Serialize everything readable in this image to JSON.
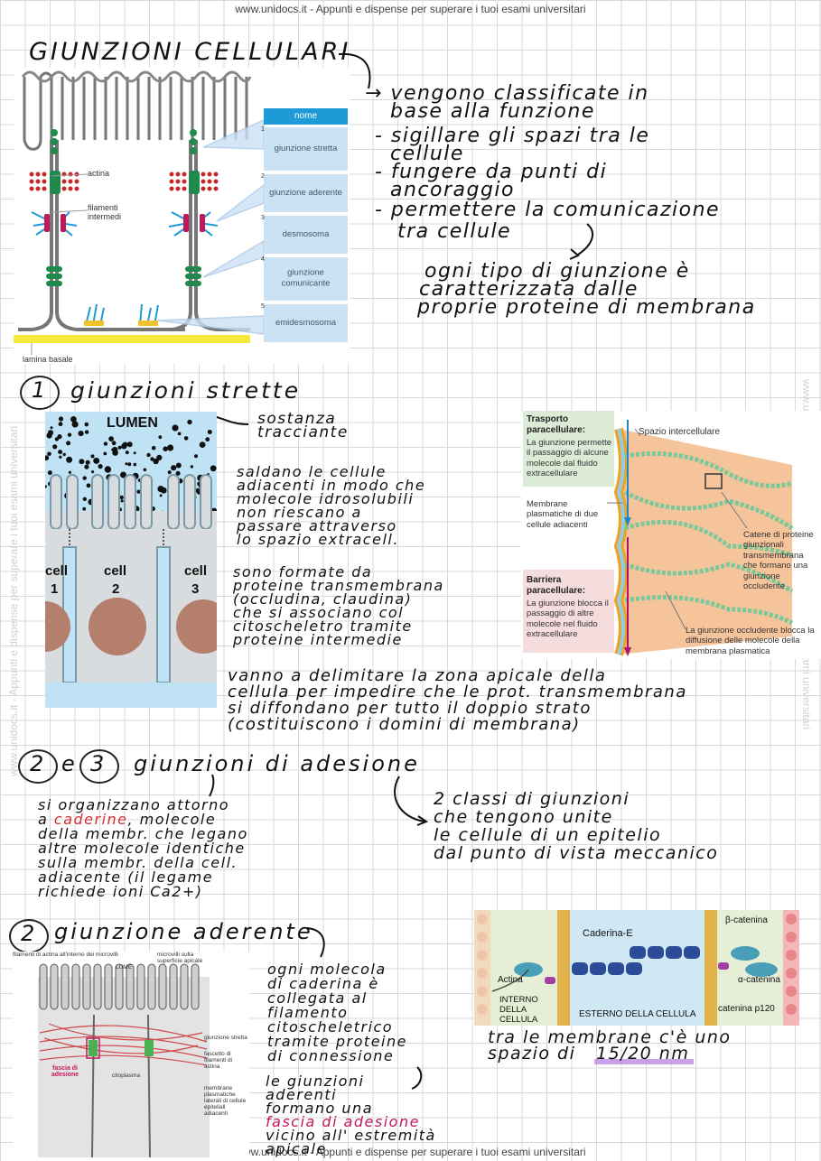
{
  "watermark": {
    "top": "www.unidocs.it - Appunti e dispense per superare i tuoi esami universitari",
    "bottom": "www.unidocs.it - Appunti e dispense per superare i tuoi esami universitari",
    "side": "www.unidocs.it - Appunti e dispense per superare i tuoi esami universitari"
  },
  "title": "GIUNZIONI CELLULARI",
  "intro": {
    "line1": "→ vengono classificate in",
    "line2": "base alla funzione",
    "b1a": "- sigillare gli spazi tra le",
    "b1b": "cellule",
    "b2a": "- fungere da punti di",
    "b2b": "ancoraggio",
    "b3a": "- permettere la comunicazione",
    "b3b": "tra cellule",
    "n1": "ogni tipo di giunzione è",
    "n2": "caratterizzata dalle",
    "n3": "proprie proteine di membrana"
  },
  "diagram1": {
    "header": "nome",
    "items": [
      {
        "num": "1",
        "label": "giunzione stretta"
      },
      {
        "num": "2",
        "label": "giunzione aderente"
      },
      {
        "num": "3",
        "label": "desmosoma"
      },
      {
        "num": "4",
        "label": "giunzione comunicante"
      },
      {
        "num": "5",
        "label": "emidesmosoma"
      }
    ],
    "actina": "actina",
    "filamenti": "filamenti intermedi",
    "lamina": "lamina basale"
  },
  "section1": {
    "num": "1",
    "title": "giunzioni strette",
    "tracer1": "sostanza",
    "tracer2": "tracciante",
    "p1": [
      "saldano le cellule",
      "adiacenti in modo che",
      "molecole idrosolubili",
      "non riescano a",
      "passare attraverso",
      "lo spazio extracell."
    ],
    "p2": [
      "sono formate da",
      "proteine transmembrana",
      "(occludina, claudina)",
      "che si associano col",
      "citoscheletro tramite",
      "proteine intermedie"
    ],
    "p3": [
      "vanno a delimitare la zona apicale della",
      "cellula per impedire che le prot. transmembrana",
      "si diffondano per tutto il doppio strato",
      "(costituiscono i domini di membrana)"
    ]
  },
  "lumen_diagram": {
    "lumen": "LUMEN",
    "cell1": "cell",
    "cell1n": "1",
    "cell2": "cell",
    "cell2n": "2",
    "cell3": "cell",
    "cell3n": "3"
  },
  "para_diagram": {
    "trasporto_title1": "Trasporto",
    "trasporto_title2": "paracellulare:",
    "trasporto_body": "La giunzione permette il passaggio di alcune molecole dal fluido extracellulare",
    "spazio": "Spazio intercellulare",
    "membrane": "Membrane plasmatiche di due cellule adiacenti",
    "catene": "Catene di proteine giunzionali transmembrana che formano una giunzione occludente",
    "barriera_title1": "Barriera",
    "barriera_title2": "paracellulare:",
    "barriera_body": "La giunzione blocca il passaggio di altre molecole nel fluido extracellulare",
    "occludente": "La giunzione occludente blocca la diffusione delle molecole della membrana plasmatica"
  },
  "section23": {
    "num_a": "2",
    "e": "e",
    "num_b": "3",
    "title": "giunzioni di adesione",
    "left": [
      "si organizzano attorno",
      "a caderine, molecole",
      "della membr. che legano",
      "altre molecole identiche",
      "sulla membr. della cell.",
      "adiacente (il legame",
      "richiede ioni Ca2+)"
    ],
    "caderine": "caderine",
    "right": [
      "2 classi di giunzioni",
      "che tengono unite",
      "le cellule di un epitelio",
      "dal punto di vista meccanico"
    ]
  },
  "section2": {
    "num": "2",
    "title": "giunzione aderente",
    "mid": [
      "ogni molecola",
      "di caderina è",
      "collegata al",
      "filamento",
      "citoscheletrico",
      "tramite proteine",
      "di connessione"
    ],
    "lower": [
      "le giunzioni",
      "aderenti",
      "formano una"
    ],
    "fascia": "fascia di adesione",
    "lower2": [
      "vicino all' estremità",
      "apicale"
    ],
    "membrane_note1": "tra le membrane c'è uno",
    "membrane_note2": "spazio di",
    "nm": "15/20 nm"
  },
  "micro_diagram": {
    "tl": "filamenti di actina all'interno dei microvilli",
    "tr": "microvilli sulla superficie apicale",
    "lume": "LUME",
    "r1": "giunzione stretta",
    "r2": "fascetto di filamenti di actina",
    "r3": "membrane plasmatiche laterali di cellule epiteliali adiacenti",
    "fascia": "fascia di adesione",
    "cito": "citoplasma"
  },
  "cad_diagram": {
    "caderina": "Caderina-E",
    "beta": "β-catenina",
    "alpha": "α-catenina",
    "p120": "catenina p120",
    "actina": "Actina",
    "interno1": "INTERNO",
    "interno2": "DELLA",
    "interno3": "CELLULA",
    "esterno": "ESTERNO DELLA CELLULA"
  }
}
